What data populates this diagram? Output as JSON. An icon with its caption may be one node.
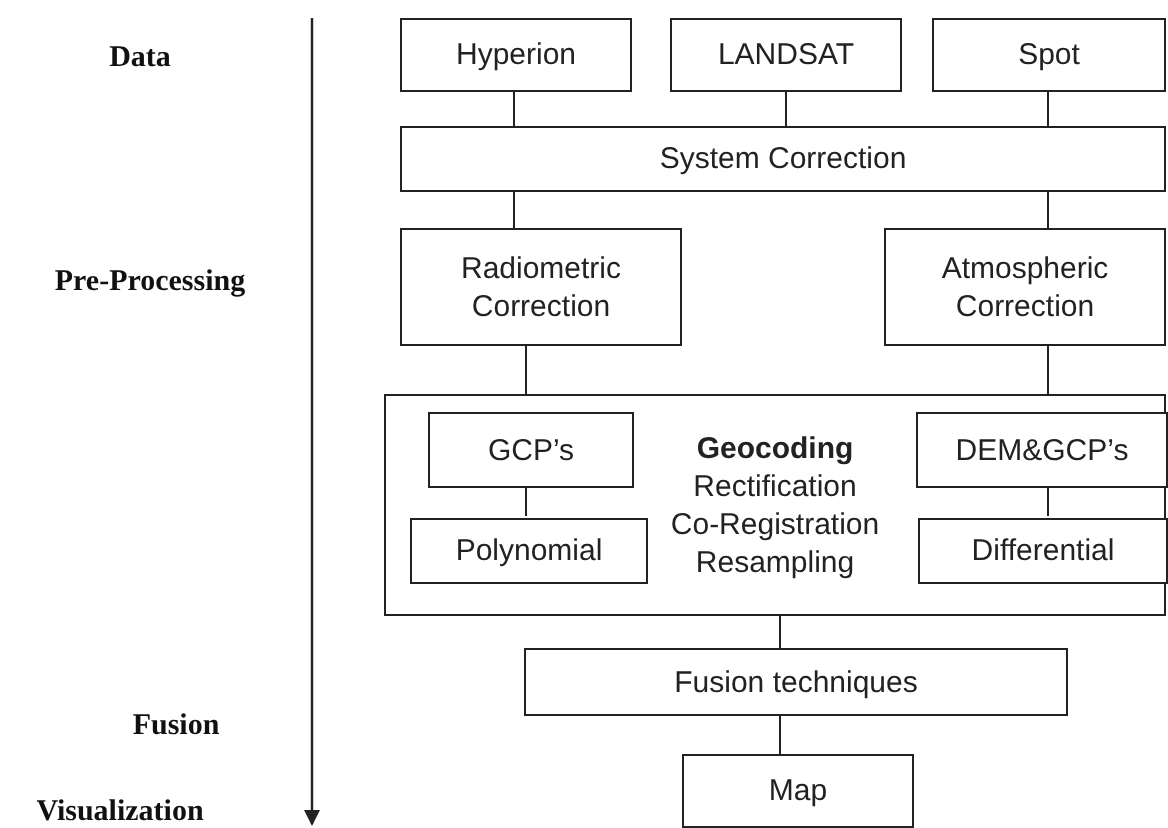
{
  "diagram": {
    "nodes": [
      {
        "text": [
          "Hyperion"
        ]
      },
      {
        "text": [
          "LANDSAT"
        ]
      },
      {
        "text": [
          "Spot"
        ]
      },
      {
        "text": [
          "System Correction"
        ]
      },
      {
        "text": [
          "Radiometric Correction"
        ]
      },
      {
        "text": [
          "Atmospheric Correction"
        ]
      },
      {
        "text": [
          "Geocoding",
          "Rectification",
          "Co-Registration",
          "Resampling"
        ]
      },
      {
        "text": [
          "GCP’s"
        ],
        "in": 6
      },
      {
        "text": [
          "Polynomial"
        ],
        "in": 6
      },
      {
        "text": [
          "DEM&GCP’s"
        ],
        "in": 6
      },
      {
        "text": [
          "Differential"
        ],
        "in": 6
      },
      {
        "text": [
          "Fusion techniques"
        ]
      },
      {
        "text": [
          "Map"
        ]
      }
    ],
    "edges": [
      {
        "from": 0,
        "to": 3,
        "arrow": "none"
      },
      {
        "from": 1,
        "to": 3,
        "arrow": "none"
      },
      {
        "from": 2,
        "to": 3,
        "arrow": "none"
      },
      {
        "from": 3,
        "to": 4,
        "arrow": "none"
      },
      {
        "from": 3,
        "to": 5,
        "arrow": "none"
      },
      {
        "from": 4,
        "to": 6,
        "arrow": "none"
      },
      {
        "from": 5,
        "to": 6,
        "arrow": "none"
      },
      {
        "from": 7,
        "to": 8,
        "arrow": "none"
      },
      {
        "from": 9,
        "to": 10,
        "arrow": "none"
      },
      {
        "from": 6,
        "to": 11,
        "arrow": "none"
      },
      {
        "from": 11,
        "to": 12,
        "arrow": "none"
      }
    ],
    "labels": [
      "Data",
      "Pre-Processing",
      "Fusion",
      "Visualization"
    ]
  }
}
